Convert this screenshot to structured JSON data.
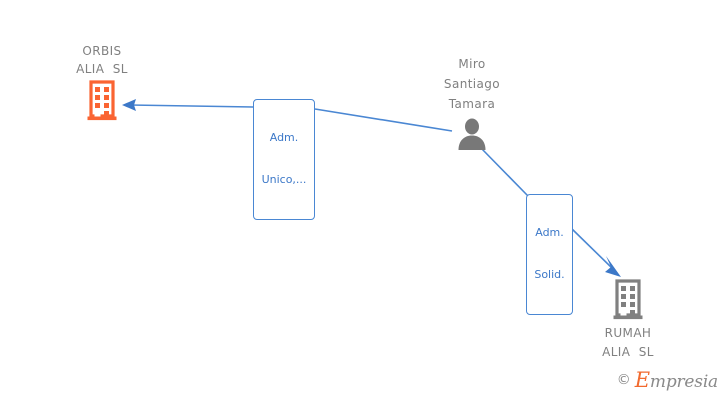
{
  "graph": {
    "background_color": "#ffffff",
    "nodes": [
      {
        "id": "orbis",
        "type": "company",
        "icon": "building-icon",
        "color": "#fa6432",
        "label_line1": "ORBIS",
        "label_line2": "ALIA  SL",
        "label_position": "above"
      },
      {
        "id": "person",
        "type": "person",
        "icon": "person-icon",
        "color": "#787878",
        "label_line1": "Miro",
        "label_line2": "Santiago",
        "label_line3": "Tamara",
        "label_position": "above"
      },
      {
        "id": "rumah",
        "type": "company",
        "icon": "building-icon",
        "color": "#808080",
        "label_line1": "RUMAH",
        "label_line2": "ALIA  SL",
        "label_position": "below"
      }
    ],
    "edges": [
      {
        "id": "edge-unico",
        "from": "person",
        "to": "orbis",
        "color": "#4a87d3",
        "arrow": "to-orbis",
        "label_line1": "Adm.",
        "label_line2": "Unico,..."
      },
      {
        "id": "edge-solid",
        "from": "person",
        "to": "rumah",
        "color": "#4a87d3",
        "arrow": "to-rumah",
        "label_line1": "Adm.",
        "label_line2": "Solid."
      }
    ]
  },
  "watermark": {
    "copyright": "©",
    "brand_initial": "E",
    "brand_rest": "mpresia",
    "accent_color": "#f26a2e",
    "text_color": "#8a8a8a"
  }
}
